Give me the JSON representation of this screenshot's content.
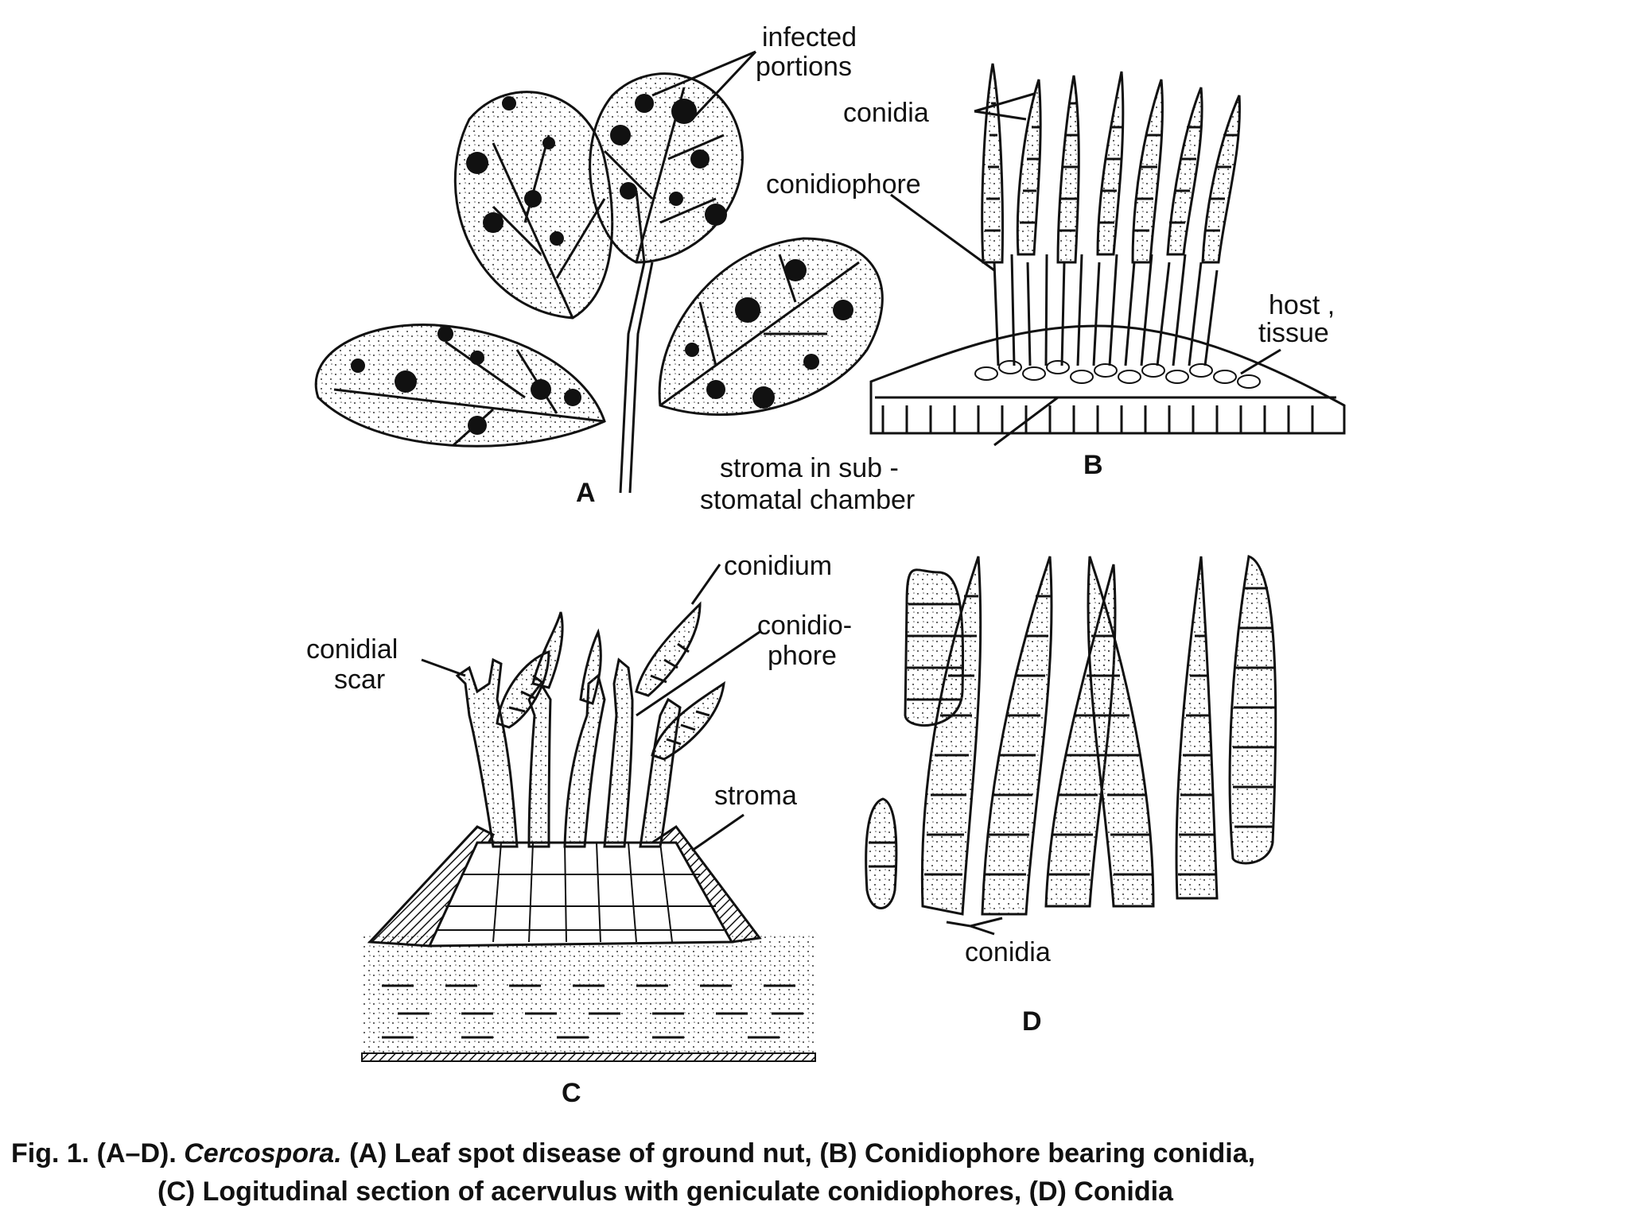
{
  "panels": {
    "A": {
      "label": "A",
      "annotations": {
        "infected_1": "infected",
        "infected_2": "portions"
      }
    },
    "B": {
      "label": "B",
      "annotations": {
        "conidia": "conidia",
        "conidiophore": "conidiophore",
        "host_1": "host ,",
        "host_2": "tissue",
        "stroma_1": "stroma in sub -",
        "stroma_2": "stomatal chamber"
      }
    },
    "C": {
      "label": "C",
      "annotations": {
        "scar_1": "conidial",
        "scar_2": "scar",
        "conidium": "conidium",
        "phore_1": "conidio-",
        "phore_2": "phore",
        "stroma": "stroma"
      }
    },
    "D": {
      "label": "D",
      "annotations": {
        "conidia": "conidia"
      }
    }
  },
  "caption": {
    "line1_prefix": "Fig. 1. (A–D). ",
    "genus": "Cercospora.",
    "line1_rest": " (A) Leaf spot disease of ground nut, (B) Conidiophore bearing conidia,",
    "line2": "(C) Logitudinal section of acervulus with geniculate conidiophores, (D) Conidia"
  }
}
